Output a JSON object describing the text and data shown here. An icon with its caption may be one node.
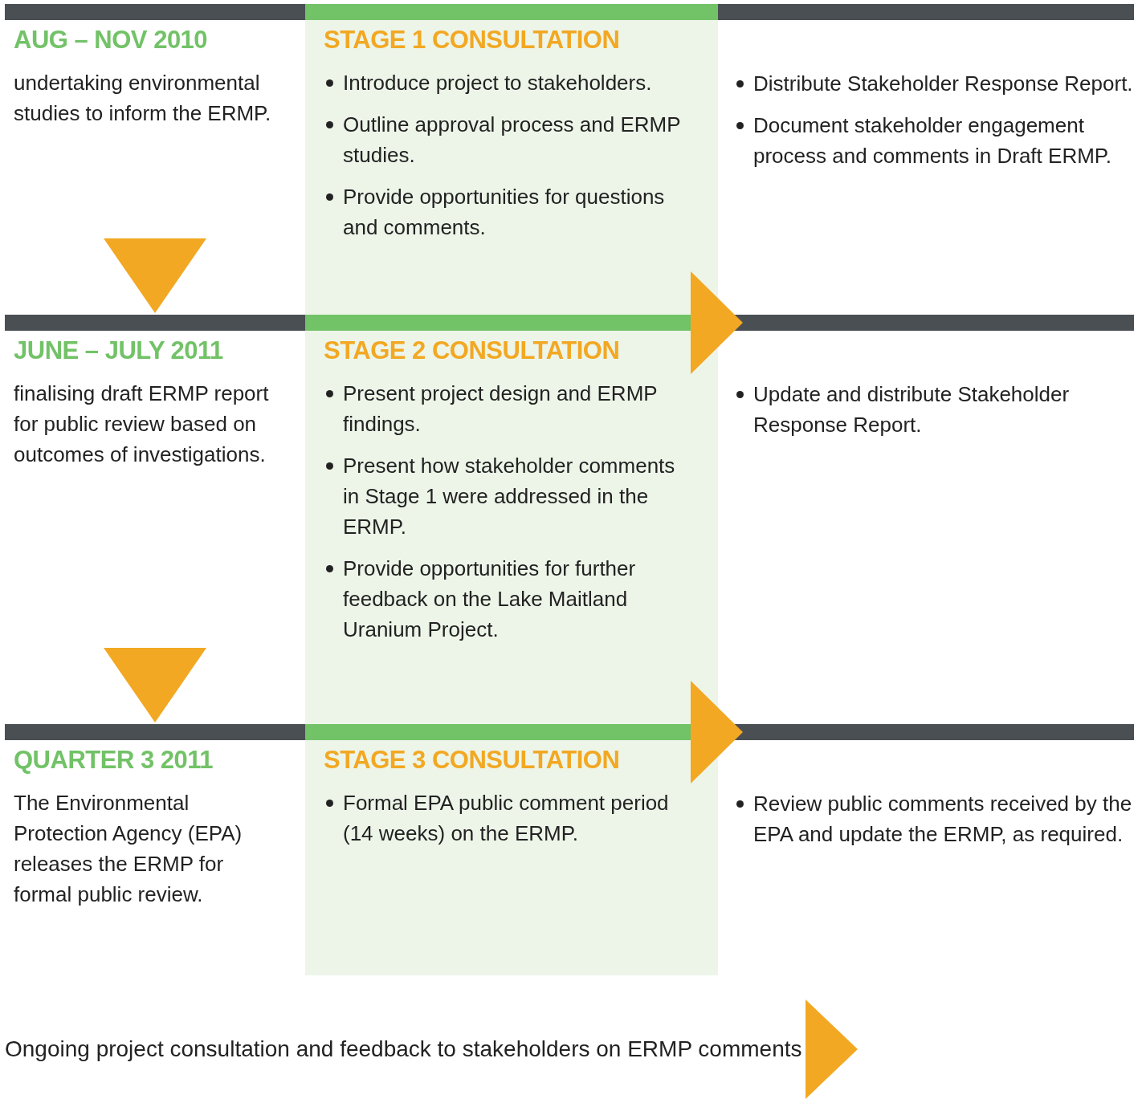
{
  "diagram": {
    "nodes": [
      {
        "text": [
          "AUG – NOV 2010",
          "undertaking environmental studies to inform the ERMP."
        ]
      },
      {
        "text": [
          "STAGE 1 CONSULTATION",
          "Introduce project to stakeholders.",
          "Outline approval process and ERMP studies.",
          "Provide opportunities for questions and comments."
        ]
      },
      {
        "text": [
          "Distribute Stakeholder Response Report.",
          "Document stakeholder engagement process and comments in Draft ERMP."
        ]
      },
      {
        "text": [
          "JUNE – JULY 2011",
          "finalising draft ERMP report for public review based on outcomes of investigations."
        ]
      },
      {
        "text": [
          "STAGE 2 CONSULTATION",
          "Present project design and ERMP findings.",
          "Present how stakeholder comments in Stage 1 were addressed in the ERMP.",
          "Provide opportunities for further feedback on the Lake Maitland Uranium Project."
        ]
      },
      {
        "text": [
          "Update and distribute Stakeholder Response Report."
        ]
      },
      {
        "text": [
          "QUARTER 3 2011",
          "The Environmental Protection Agency (EPA) releases the ERMP for formal public review."
        ]
      },
      {
        "text": [
          "STAGE 3 CONSULTATION",
          "Formal EPA public comment period (14 weeks) on the ERMP."
        ]
      },
      {
        "text": [
          "Review public comments received by the EPA and update the ERMP, as required."
        ]
      },
      {
        "text": [
          "Ongoing project consultation and feedback to stakeholders on ERMP comments"
        ]
      }
    ],
    "edges": [
      {
        "from": 0,
        "to": 3,
        "arrow": "to"
      },
      {
        "from": 3,
        "to": 6,
        "arrow": "to"
      },
      {
        "from": 4,
        "to": 5,
        "arrow": "to"
      },
      {
        "from": 7,
        "to": 8,
        "arrow": "to"
      },
      {
        "from": 9,
        "to": null,
        "arrow": "to"
      }
    ]
  }
}
